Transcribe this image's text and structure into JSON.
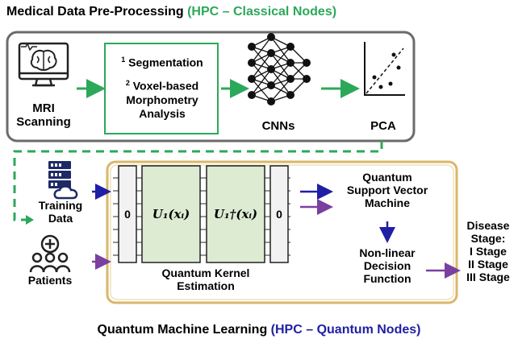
{
  "top_title": {
    "main": "Medical Data Pre-Processing",
    "highlight": "(HPC – Classical Nodes)"
  },
  "bottom_title": {
    "main": "Quantum Machine Learning",
    "highlight": "(HPC – Quantum Nodes)"
  },
  "mri": {
    "line1": "MRI",
    "line2": "Scanning"
  },
  "preprocess": {
    "item1_num": "1",
    "item1": "Segmentation",
    "item2_num": "2",
    "item2_line1": "Voxel-based",
    "item2_line2": "Morphometry",
    "item2_line3": "Analysis"
  },
  "cnns": "CNNs",
  "pca": "PCA",
  "training": {
    "line1": "Training",
    "line2": "Data"
  },
  "patients": "Patients",
  "circuit": {
    "zero_left": "0",
    "zero_right": "0",
    "gate1": "U₁(xᵢ)",
    "gate2": "U₁†(xᵢ)"
  },
  "qke": {
    "line1": "Quantum Kernel",
    "line2": "Estimation"
  },
  "qsvm": {
    "line1": "Quantum",
    "line2": "Support Vector",
    "line3": "Machine"
  },
  "decision": {
    "line1": "Non-linear",
    "line2": "Decision",
    "line3": "Function"
  },
  "disease": {
    "line1": "Disease",
    "line2": "Stage:",
    "line3": "I Stage",
    "line4": "II Stage",
    "line5": "III Stage"
  },
  "colors": {
    "green": "#2ca85a",
    "blue": "#1f1fa5",
    "purple": "#7b3fa0",
    "gray_border": "#6b6b6b",
    "gold_border": "#d9b76a",
    "gate_fill": "#dcebd2"
  }
}
